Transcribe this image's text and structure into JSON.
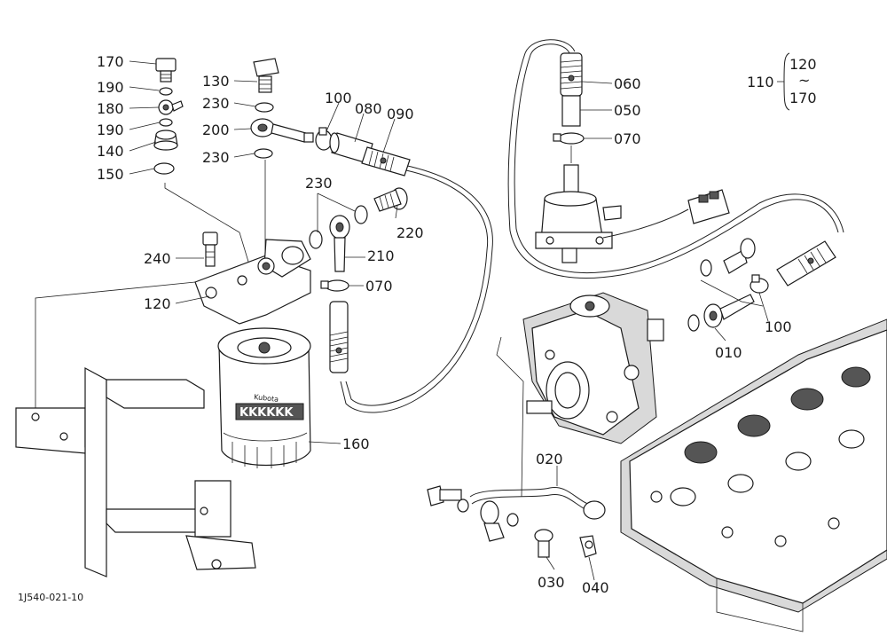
{
  "diagram": {
    "drawing_code": "1J540-021-10",
    "filter_brand": "Kubota",
    "filter_mark": "KKKKKK",
    "range_note": {
      "ref": "110",
      "from": "120",
      "sep": "~",
      "to": "170"
    }
  },
  "callouts": [
    {
      "id": "c170",
      "text": "170"
    },
    {
      "id": "c190a",
      "text": "190"
    },
    {
      "id": "c180",
      "text": "180"
    },
    {
      "id": "c190b",
      "text": "190"
    },
    {
      "id": "c140",
      "text": "140"
    },
    {
      "id": "c150",
      "text": "150"
    },
    {
      "id": "c130",
      "text": "130"
    },
    {
      "id": "c230a",
      "text": "230"
    },
    {
      "id": "c200",
      "text": "200"
    },
    {
      "id": "c230b",
      "text": "230"
    },
    {
      "id": "c100a",
      "text": "100"
    },
    {
      "id": "c080",
      "text": "080"
    },
    {
      "id": "c090",
      "text": "090"
    },
    {
      "id": "c230c",
      "text": "230"
    },
    {
      "id": "c220",
      "text": "220"
    },
    {
      "id": "c210",
      "text": "210"
    },
    {
      "id": "c070a",
      "text": "070"
    },
    {
      "id": "c240",
      "text": "240"
    },
    {
      "id": "c120",
      "text": "120"
    },
    {
      "id": "c160",
      "text": "160"
    },
    {
      "id": "c060",
      "text": "060"
    },
    {
      "id": "c050",
      "text": "050"
    },
    {
      "id": "c070b",
      "text": "070"
    },
    {
      "id": "c100b",
      "text": "100"
    },
    {
      "id": "c010",
      "text": "010"
    },
    {
      "id": "c020",
      "text": "020"
    },
    {
      "id": "c030",
      "text": "030"
    },
    {
      "id": "c040",
      "text": "040"
    }
  ]
}
